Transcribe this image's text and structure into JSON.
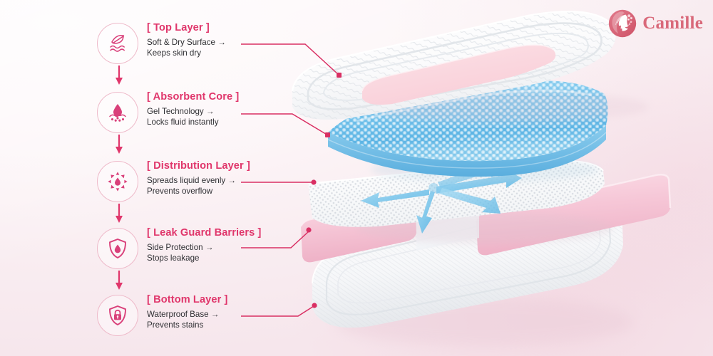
{
  "brand": {
    "name": "Camille",
    "logo_icon": "woman-profile-floral-icon",
    "color": "#d9697a"
  },
  "theme": {
    "accent": "#e0366b",
    "accent_soft": "#eeb9c9",
    "background_start": "#fefbfc",
    "background_end": "#f6e6ec",
    "body_text": "#2f2f33",
    "gel_blue": "#79c6ee",
    "guard_pink": "#f4c3d2"
  },
  "layers": [
    {
      "id": "top-layer",
      "icon": "feather-waves-icon",
      "title": "[ Top Layer ]",
      "line1": "Soft & Dry Surface →",
      "line2": "Keeps skin dry"
    },
    {
      "id": "absorbent-core",
      "icon": "droplet-absorb-dots-icon",
      "title": "[ Absorbent Core ]",
      "line1": "Gel Technology →",
      "line2": "Locks fluid instantly"
    },
    {
      "id": "distribution-layer",
      "icon": "droplet-radiating-arrows-icon",
      "title": "[ Distribution Layer ]",
      "line1": "Spreads liquid evenly →",
      "line2": "Prevents overflow"
    },
    {
      "id": "leak-guard-barriers",
      "icon": "shield-droplet-icon",
      "title": "[ Leak Guard Barriers ]",
      "line1": "Side Protection →",
      "line2": "Stops leakage"
    },
    {
      "id": "bottom-layer",
      "icon": "shield-lock-icon",
      "title": "[ Bottom Layer ]",
      "line1": "Waterproof Base →",
      "line2": "Prevents stains"
    }
  ],
  "connectors": [
    {
      "id": "connector-top-layer",
      "target": "top-layer-dot"
    },
    {
      "id": "connector-absorbent-core",
      "target": "absorbent-core-dot"
    },
    {
      "id": "connector-distribution-layer",
      "target": "distribution-layer-dot"
    },
    {
      "id": "connector-leak-guard",
      "target": "leak-guard-dot"
    },
    {
      "id": "connector-bottom-layer",
      "target": "bottom-layer-dot"
    }
  ],
  "product": {
    "label": "exploded-sanitary-pad-diagram",
    "parts": [
      {
        "id": "top-sheet",
        "name": "white-quilted-top-sheet-with-pink-center"
      },
      {
        "id": "gel-core",
        "name": "blue-gel-bead-absorbent-core"
      },
      {
        "id": "distribution-sheet",
        "name": "perforated-sheet-with-blue-spread-arrows"
      },
      {
        "id": "leak-guards",
        "name": "pink-side-leak-guard-rails"
      },
      {
        "id": "bottom-sheet",
        "name": "white-waterproof-bottom-pad"
      }
    ]
  }
}
